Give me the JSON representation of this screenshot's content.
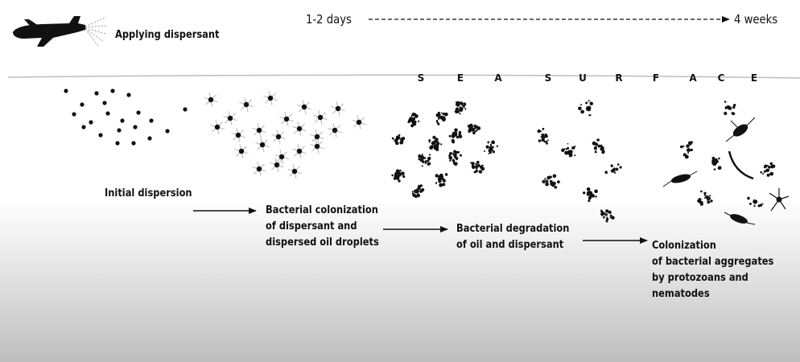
{
  "header": {
    "applying_label": "Applying dispersant",
    "timeline_start": "1-2 days",
    "timeline_end": "4 weeks"
  },
  "surface_word": [
    "S",
    "E",
    "A",
    "S",
    "U",
    "R",
    "F",
    "A",
    "C",
    "E"
  ],
  "stages": [
    {
      "lines": [
        "Initial dispersion"
      ]
    },
    {
      "lines": [
        "Bacterial colonization",
        "of dispersant and",
        "dispersed oil droplets"
      ]
    },
    {
      "lines": [
        "Bacterial degradation",
        "of oil and dispersant"
      ]
    },
    {
      "lines": [
        "Colonization",
        "of bacterial aggregates",
        "by protozoans and",
        "nematodes"
      ]
    }
  ],
  "colors": {
    "ink": "#111111",
    "surface_line": "#bdbdbd",
    "spray": "#9a9a9a"
  }
}
